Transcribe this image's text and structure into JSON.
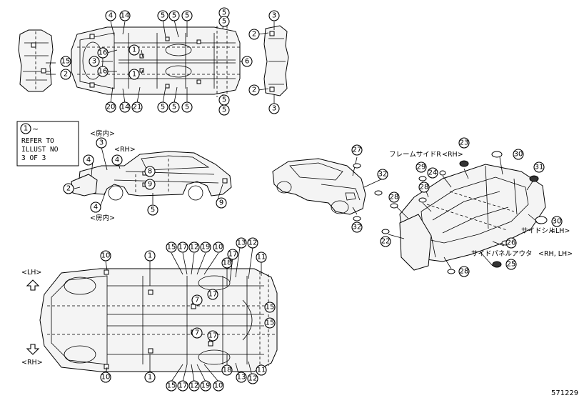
{
  "callouts": [
    "1",
    "2",
    "3",
    "4",
    "5",
    "6",
    "7",
    "8",
    "9",
    "10",
    "11",
    "12",
    "13",
    "14",
    "15",
    "16",
    "17",
    "18",
    "19",
    "20",
    "21",
    "22",
    "23",
    "24",
    "25",
    "26",
    "27",
    "28",
    "29",
    "30",
    "31",
    "32"
  ],
  "refer_box": {
    "marker": "1",
    "tilde": "~",
    "line1": "REFER TO",
    "line2": "ILLUST NO",
    "line3": "3 OF 3"
  },
  "labels": {
    "interior_top": "<房内>",
    "rh_side": "<RH>",
    "interior_bottom": "<房内>",
    "lh_arrow": "<LH>",
    "rh_arrow": "<RH>",
    "frame_side_r": "フレームサイドR",
    "frame_side_r_rh": "<RH>",
    "side_sill": "サイドシル",
    "side_sill_lh": "<LH>",
    "side_panel_outer": "サイドパネルアウタ",
    "side_panel_outer_sides": "<RH, LH>"
  },
  "illustration_number": "571229"
}
